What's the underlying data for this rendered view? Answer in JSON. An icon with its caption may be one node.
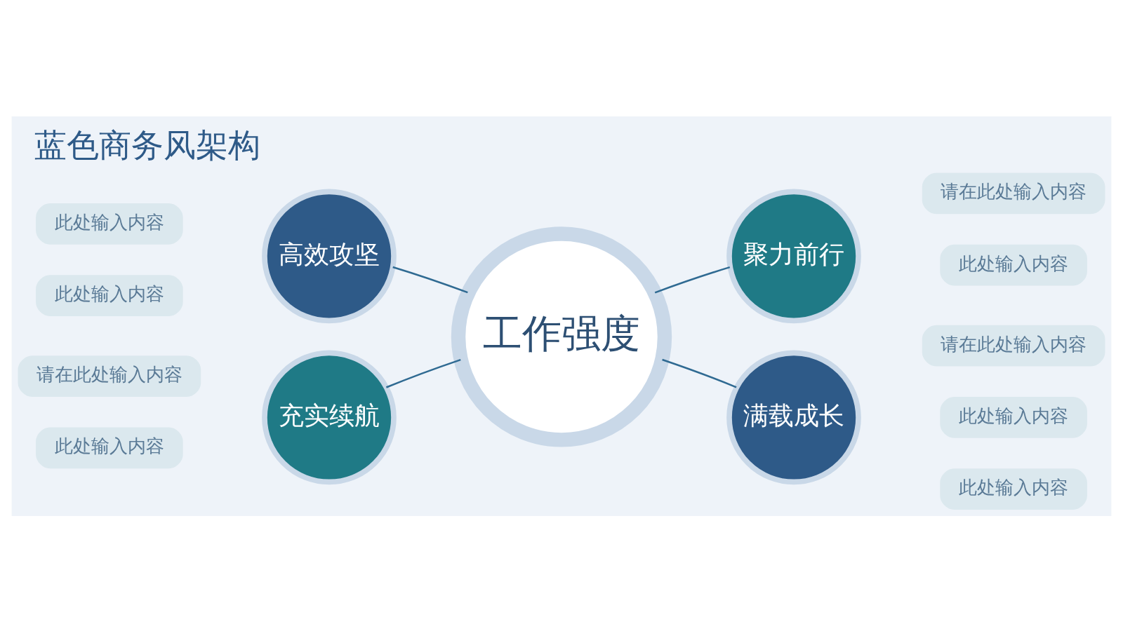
{
  "diagram": {
    "title": "蓝色商务风架构",
    "nodes": [
      {
        "text": [
          "工作强度"
        ]
      },
      {
        "text": [
          "高效攻坚"
        ]
      },
      {
        "text": [
          "聚力前行"
        ]
      },
      {
        "text": [
          "充实续航"
        ]
      },
      {
        "text": [
          "满载成长"
        ]
      },
      {
        "text": [
          "此处输入内容"
        ]
      },
      {
        "text": [
          "此处输入内容"
        ]
      },
      {
        "text": [
          "请在此处输入内容"
        ]
      },
      {
        "text": [
          "此处输入内容"
        ]
      },
      {
        "text": [
          "请在此处输入内容"
        ]
      },
      {
        "text": [
          "此处输入内容"
        ]
      },
      {
        "text": [
          "请在此处输入内容"
        ]
      },
      {
        "text": [
          "此处输入内容"
        ]
      },
      {
        "text": [
          "此处输入内容"
        ]
      }
    ],
    "edges": [
      {
        "from": 0,
        "to": 1,
        "arrow": "none"
      },
      {
        "from": 0,
        "to": 2,
        "arrow": "none"
      },
      {
        "from": 0,
        "to": 3,
        "arrow": "none"
      },
      {
        "from": 0,
        "to": 4,
        "arrow": "none"
      }
    ]
  }
}
